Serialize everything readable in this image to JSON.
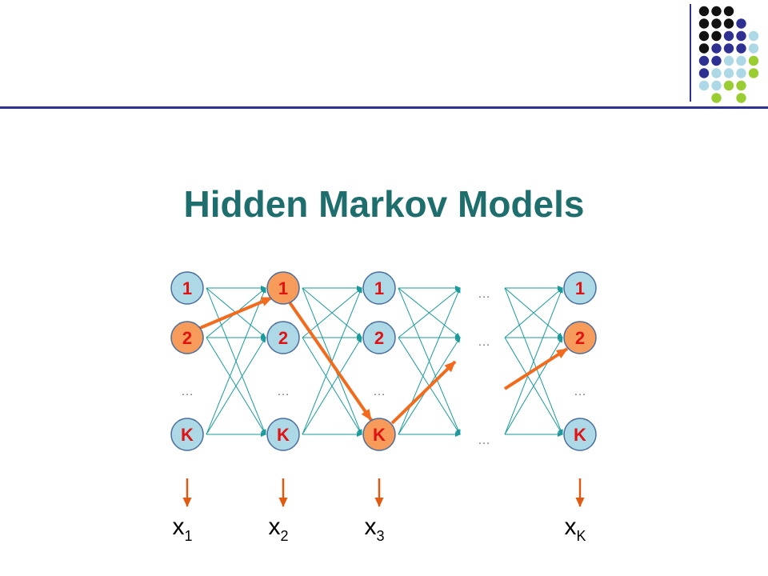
{
  "title": "Hidden Markov Models",
  "colors": {
    "title": "#1f6e6e",
    "rule": "#2e3192",
    "transition": "#1a9a9a",
    "path": "#f26a1b",
    "emission": "#e05a12",
    "node_fill": "#add8e6",
    "node_highlight_fill": "#f79b5a",
    "node_stroke": "#4a6e9e",
    "node_text": "#e11212",
    "deco_black": "#111111",
    "deco_navy": "#2e3192",
    "deco_light": "#add8e6",
    "deco_green": "#9acd32",
    "dots": "#777777"
  },
  "states": {
    "labels": [
      "1",
      "2",
      "K"
    ],
    "ellipsis": "…"
  },
  "time_steps": [
    {
      "id": "t1",
      "highlight": "2",
      "observation": "x",
      "subscript": "1"
    },
    {
      "id": "t2",
      "highlight": "1",
      "observation": "x",
      "subscript": "2"
    },
    {
      "id": "t3",
      "highlight": "K",
      "observation": "x",
      "subscript": "3"
    },
    {
      "id": "tK",
      "highlight": "2",
      "observation": "x",
      "subscript": "K"
    }
  ],
  "gap_ellipsis": "…",
  "decoration_grid": [
    [
      "black",
      "black",
      "black",
      "none"
    ],
    [
      "black",
      "black",
      "black",
      "navy"
    ],
    [
      "black",
      "black",
      "navy",
      "navy",
      "light"
    ],
    [
      "black",
      "navy",
      "navy",
      "navy",
      "light"
    ],
    [
      "navy",
      "navy",
      "light",
      "light",
      "green"
    ],
    [
      "navy",
      "light",
      "light",
      "light",
      "green"
    ],
    [
      "light",
      "light",
      "green",
      "green"
    ],
    [
      "none",
      "green",
      "none",
      "green"
    ]
  ]
}
